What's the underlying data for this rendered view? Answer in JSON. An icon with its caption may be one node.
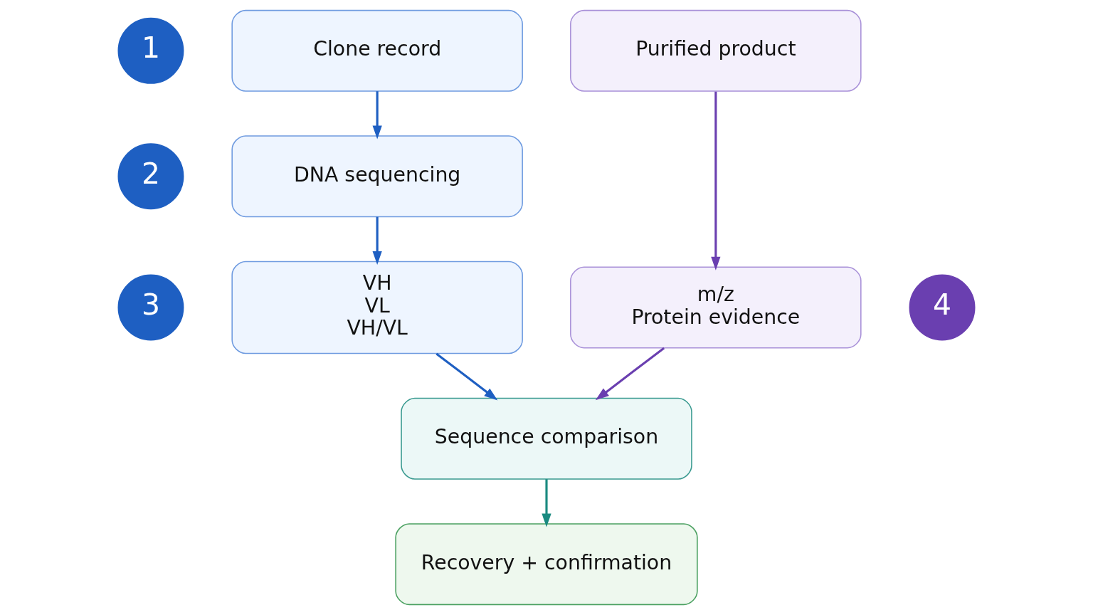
{
  "diagram": {
    "nodes": [
      {
        "text": [
          "1"
        ]
      },
      {
        "text": [
          "Clone record"
        ]
      },
      {
        "text": [
          "Purified product"
        ]
      },
      {
        "text": [
          "2"
        ]
      },
      {
        "text": [
          "DNA sequencing"
        ]
      },
      {
        "text": [
          "3"
        ]
      },
      {
        "text": [
          "VH",
          "VL",
          "VH/VL"
        ]
      },
      {
        "text": [
          "m/z",
          "Protein evidence"
        ]
      },
      {
        "text": [
          "4"
        ]
      },
      {
        "text": [
          "Sequence comparison"
        ]
      },
      {
        "text": [
          "Recovery + confirmation"
        ]
      }
    ],
    "edges": [
      {
        "from": 1,
        "to": 4,
        "arrow": "to"
      },
      {
        "from": 4,
        "to": 6,
        "arrow": "to"
      },
      {
        "from": 2,
        "to": 7,
        "arrow": "to",
        "color": "#6a3fb0"
      },
      {
        "from": 6,
        "to": 9,
        "arrow": "to"
      },
      {
        "from": 7,
        "to": 9,
        "arrow": "to",
        "color": "#6a3fb0"
      },
      {
        "from": 9,
        "to": 10,
        "arrow": "to",
        "color": "#1a8a80"
      }
    ]
  }
}
